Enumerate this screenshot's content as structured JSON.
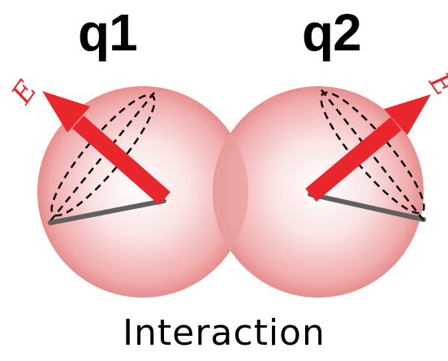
{
  "labels": {
    "q1": "q1",
    "q2": "q2",
    "caption": "Interaction"
  },
  "field_label": "E",
  "colors": {
    "sphere_rim": "#e98b8b",
    "sphere_center": "#ffffff",
    "overlap": "#e9a0a0",
    "arrow": "#e8262b",
    "spin_line": "#606060",
    "cone_dash": "#111111",
    "text": "#000000"
  },
  "icons": {
    "q1_arrow": "field-arrow-icon",
    "q2_arrow": "field-arrow-icon"
  }
}
